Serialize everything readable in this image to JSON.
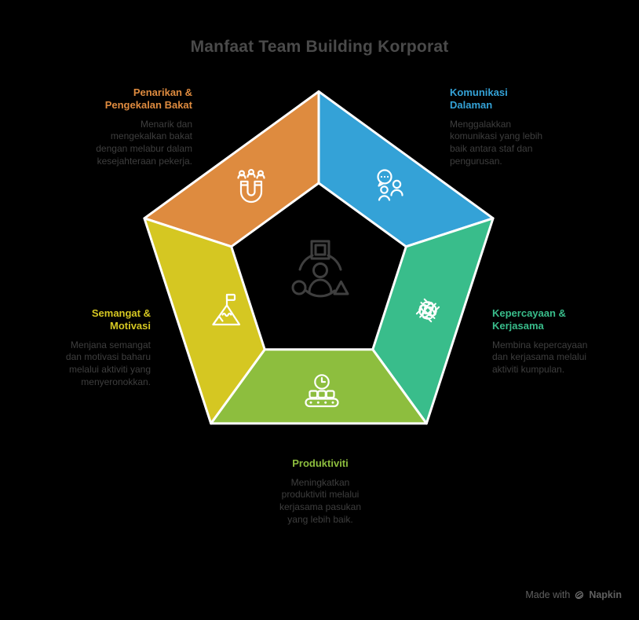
{
  "title": "Manfaat Team Building Korporat",
  "colors": {
    "background": "#000000",
    "title_text": "#4A4A4A",
    "body_text": "#3E3E3E",
    "divider": "#FFFFFF",
    "icon_stroke": "#FFFFFF",
    "center_icon": "#3F3F3F",
    "footer_text": "#606060"
  },
  "sections": [
    {
      "id": "penarikan",
      "label": "Penarikan & Pengekalan Bakat",
      "description": "Menarik dan mengekalkan bakat dengan melabur dalam kesejahteraan pekerja.",
      "color": "#DE8B3F",
      "icon": "magnet-people-icon"
    },
    {
      "id": "komunikasi",
      "label": "Komunikasi Dalaman",
      "description": "Menggalakkan komunikasi yang lebih baik antara staf dan pengurusan.",
      "color": "#34A2D7",
      "icon": "chat-people-icon"
    },
    {
      "id": "kepercayaan",
      "label": "Kepercayaan & Kerjasama",
      "description": "Membina kepercayaan dan kerjasama melalui aktiviti kumpulan.",
      "color": "#39BD8B",
      "icon": "joined-hands-icon"
    },
    {
      "id": "produktiviti",
      "label": "Produktiviti",
      "description": "Meningkatkan produktiviti melalui kerjasama pasukan yang lebih baik.",
      "color": "#8DBE3E",
      "icon": "conveyor-clock-icon"
    },
    {
      "id": "semangat",
      "label": "Semangat & Motivasi",
      "description": "Menjana semangat dan motivasi baharu melalui aktiviti yang menyeronokkan.",
      "color": "#D5C722",
      "icon": "mountain-flag-icon"
    }
  ],
  "center_icon": "person-with-shapes-icon",
  "footer": {
    "made_with": "Made with",
    "brand": "Napkin"
  }
}
